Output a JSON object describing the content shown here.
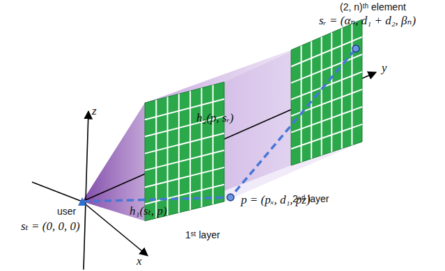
{
  "diagram": {
    "labels": [
      "(2, n)ᵗʰ element",
      "sᵣ = (αₙ, d₁ + d₂, βₙ)",
      "y",
      "z",
      "h₂(p, sᵣ)",
      "p = (pₓ, d₁, pz)",
      "2ⁿᵈ layer",
      "user",
      "h₁(sₜ, p)",
      "sₜ = (0, 0, 0)",
      "x",
      "1ˢᵗ layer"
    ]
  }
}
